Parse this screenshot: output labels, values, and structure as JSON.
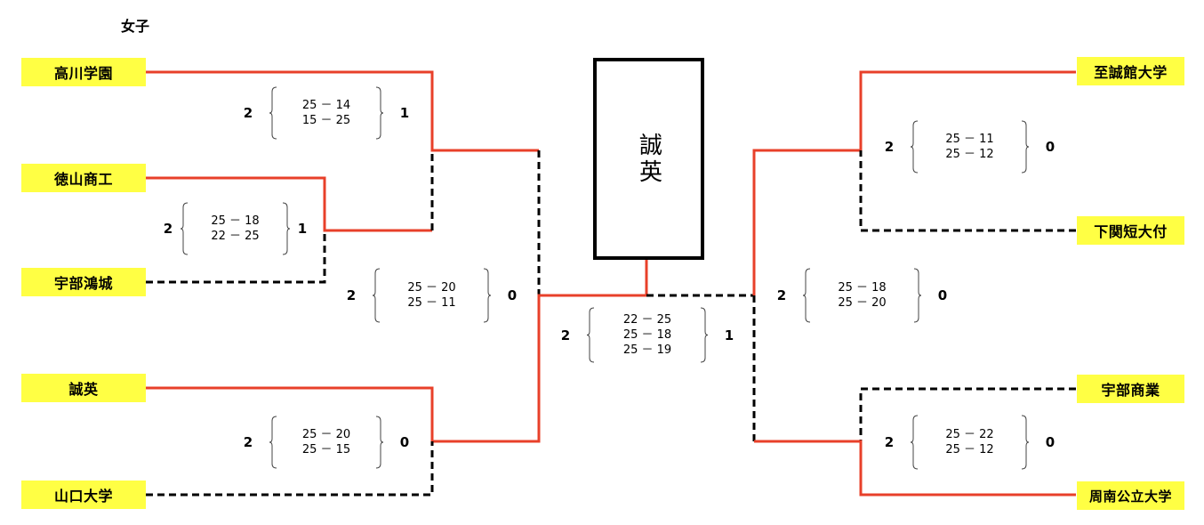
{
  "title": "女子",
  "colors": {
    "winner_line": "#e8402a",
    "loser_line": "#000000",
    "team_bg": "#ffff44"
  },
  "champion": "誠英",
  "teams": {
    "left": [
      "高川学園",
      "徳山商工",
      "宇部鴻城",
      "誠英",
      "山口大学"
    ],
    "right": [
      "至誠館大学",
      "下関短大付",
      "宇部商業",
      "周南公立大学"
    ]
  },
  "matches": {
    "l_r1": {
      "home_sets": "2",
      "away_sets": "1",
      "sets": [
        "25 － 18",
        "22 － 25"
      ]
    },
    "l_r2a": {
      "home_sets": "2",
      "away_sets": "1",
      "sets": [
        "25 － 14",
        "15 － 25"
      ]
    },
    "l_r2b": {
      "home_sets": "2",
      "away_sets": "0",
      "sets": [
        "25 － 20",
        "25 － 15"
      ]
    },
    "l_semi": {
      "home_sets": "2",
      "away_sets": "0",
      "sets": [
        "25 － 20",
        "25 － 11"
      ]
    },
    "final": {
      "home_sets": "2",
      "away_sets": "1",
      "sets": [
        "22 － 25",
        "25 － 18",
        "25 － 19"
      ]
    },
    "r_q1": {
      "home_sets": "2",
      "away_sets": "0",
      "sets": [
        "25 － 11",
        "25 － 12"
      ]
    },
    "r_q2": {
      "home_sets": "2",
      "away_sets": "0",
      "sets": [
        "25 － 22",
        "25 － 12"
      ]
    },
    "r_semi": {
      "home_sets": "2",
      "away_sets": "0",
      "sets": [
        "25 － 18",
        "25 － 20"
      ]
    }
  }
}
